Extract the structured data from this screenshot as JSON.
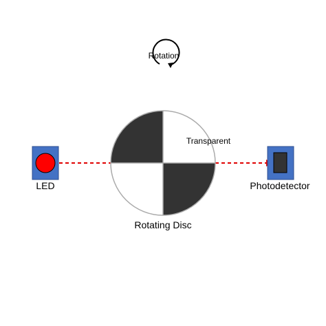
{
  "diagram": {
    "rotation_label": "Rotation",
    "transparent_label": "Transparent",
    "disc_label": "Rotating Disc",
    "led_label": "LED",
    "detector_label": "Photodetector"
  },
  "colors": {
    "module_fill": "#4472c4",
    "module_stroke": "#2f4f8f",
    "led_fill": "#ff0000",
    "beam": "#e00000",
    "opaque_segment": "#333333",
    "transparent_segment": "#ffffff",
    "disc_outline": "#aaaaaa",
    "detector_sensor": "#333333"
  }
}
